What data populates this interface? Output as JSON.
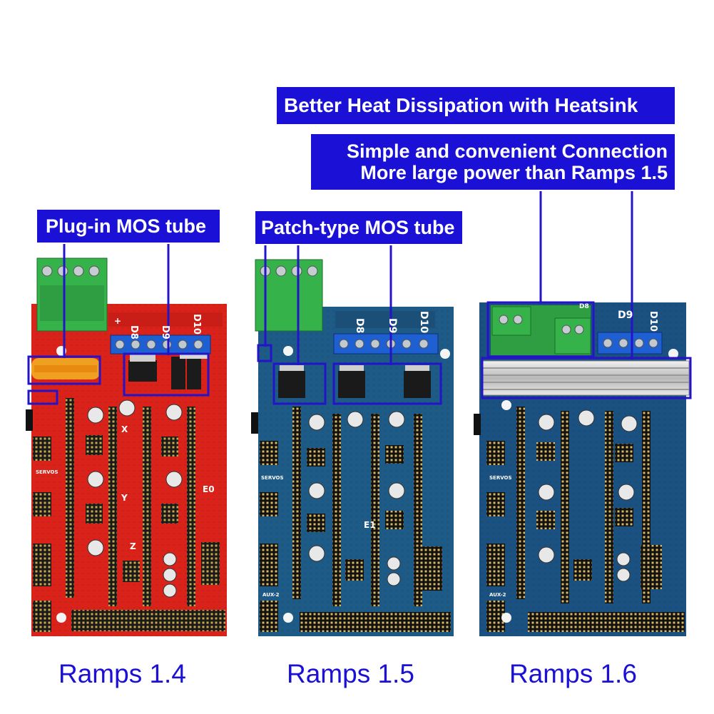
{
  "banners": {
    "heatsink": "Better Heat Dissipation with Heatsink",
    "connection_line1": "Simple and convenient Connection",
    "connection_line2": "More large power than Ramps 1.5",
    "plugin_mos": "Plug-in MOS tube",
    "patch_mos": "Patch-type MOS tube"
  },
  "captions": {
    "ramps14": "Ramps 1.4",
    "ramps15": "Ramps 1.5",
    "ramps16": "Ramps 1.6"
  },
  "board_labels": {
    "d8": "D8",
    "d9": "D9",
    "d10": "D10",
    "plus": "+",
    "x": "X",
    "y": "Y",
    "z": "Z",
    "e0": "E0",
    "e1": "E1",
    "servos": "SERVOS",
    "aux2": "AUX-2"
  },
  "colors": {
    "banner": "#1a10d6",
    "caption": "#1a10d6",
    "ramps14_board": "#d8221a",
    "ramps15_board": "#1d5a86",
    "ramps16_board": "#1b5180",
    "terminal": "#35b24a",
    "callout": "#2414c8"
  },
  "icons": {
    "terminal_block": "green-screw-terminal",
    "mosfet": "mosfet-chip",
    "heatsink": "aluminum-heatsink",
    "capacitor": "electrolytic-capacitor"
  }
}
